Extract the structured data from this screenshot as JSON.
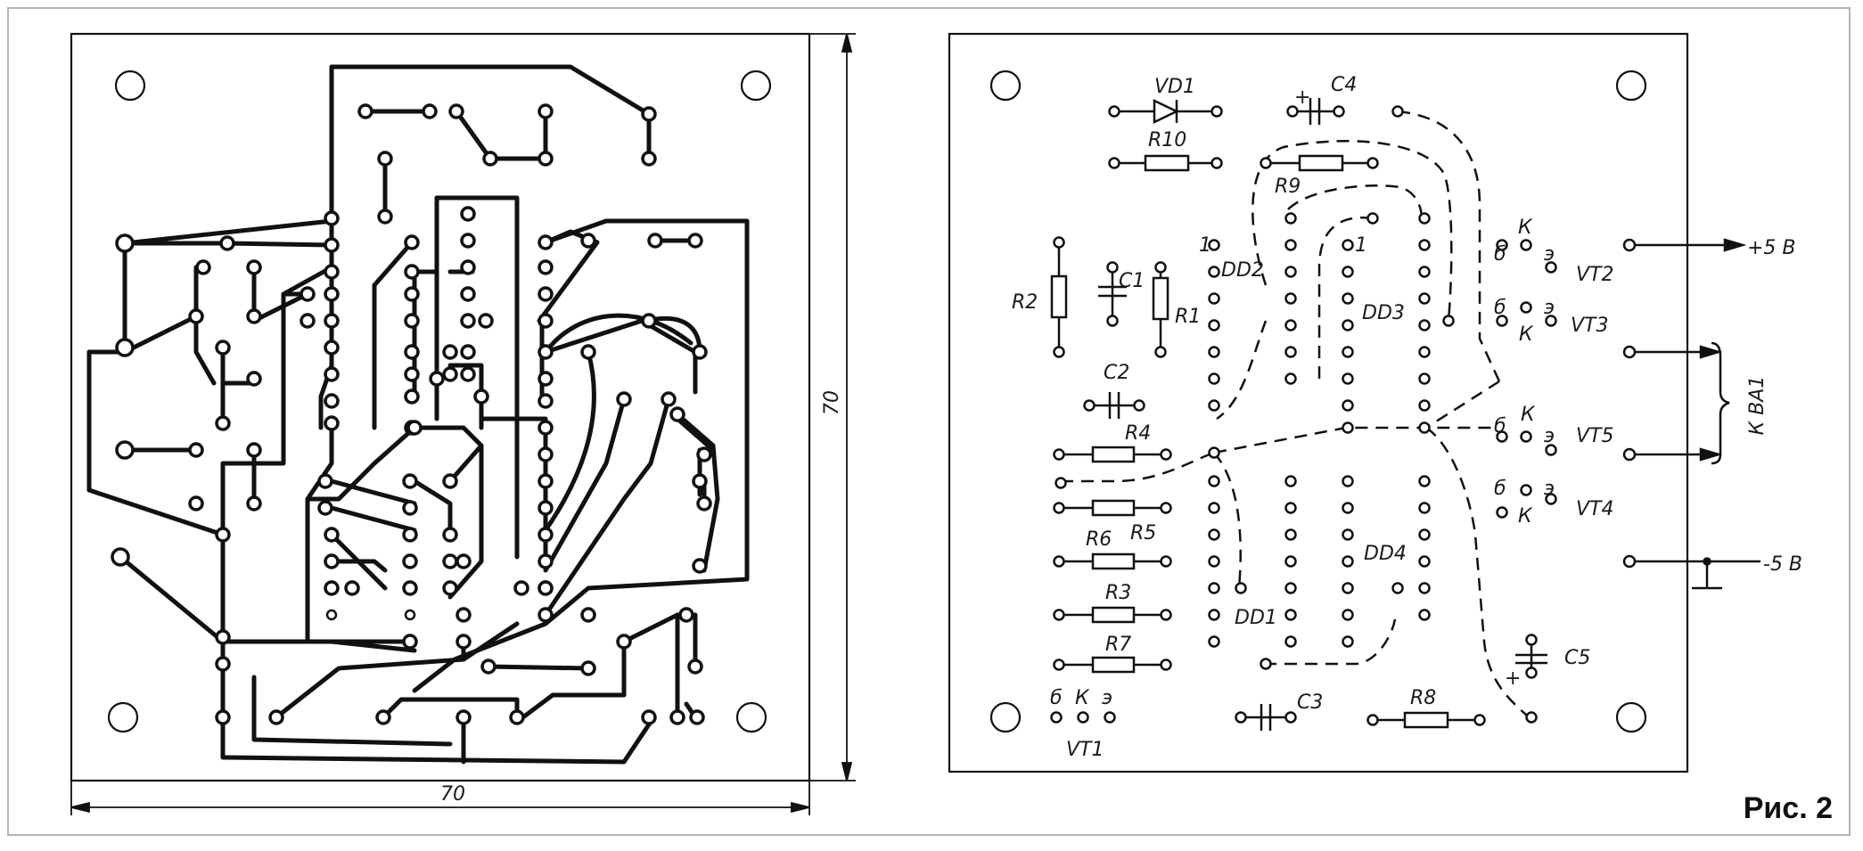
{
  "figure": {
    "caption": "Рис. 2"
  },
  "left_board": {
    "dimension_width": "70",
    "dimension_height": "70"
  },
  "right_board": {
    "labels": {
      "vd1": "VD1",
      "r10": "R10",
      "c4": "C4",
      "c4_plus": "+",
      "r9": "R9",
      "r2": "R2",
      "c1": "C1",
      "r1": "R1",
      "c2": "C2",
      "r4": "R4",
      "r5": "R5",
      "r6": "R6",
      "r3": "R3",
      "r7": "R7",
      "c3": "C3",
      "r8": "R8",
      "c5": "C5",
      "c5_plus": "+",
      "dd1": "DD1",
      "dd2": "DD2",
      "dd3": "DD3",
      "dd4": "DD4",
      "pin1_dd2": "1",
      "pin1_dd3": "1",
      "vt1": "VT1",
      "vt1_b": "б",
      "vt1_k": "К",
      "vt1_e": "э",
      "vt2": "VT2",
      "vt2_b": "б",
      "vt2_k": "К",
      "vt2_e": "э",
      "vt3": "VT3",
      "vt3_b": "б",
      "vt3_k": "К",
      "vt3_e": "э",
      "vt5": "VT5",
      "vt5_b": "б",
      "vt5_k": "К",
      "vt5_e": "э",
      "vt4": "VT4",
      "vt4_b": "б",
      "vt4_k": "К",
      "vt4_e": "э",
      "plus5v": "+5 В",
      "minus5v": "-5 В",
      "ba1": "К ВА1"
    }
  }
}
